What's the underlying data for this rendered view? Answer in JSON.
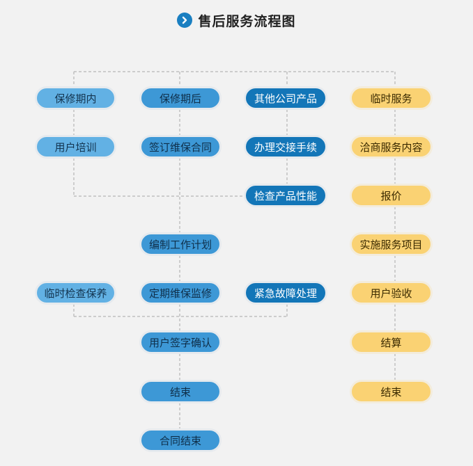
{
  "title": "售后服务流程图",
  "icon": "chevron-right-icon",
  "colors": {
    "light": "#62b1e4",
    "medium": "#3d98d6",
    "dark": "#1376b8",
    "yellow": "#fad273",
    "connector": "#b5b5b5"
  },
  "nodes": {
    "warranty_in": "保修期内",
    "user_training": "用户培训",
    "temp_inspection": "临时检查保养",
    "warranty_after": "保修期后",
    "sign_contract": "签订维保合同",
    "plan": "编制工作计划",
    "regular_maintenance": "定期维保监修",
    "user_sign": "用户签字确认",
    "end_left": "结束",
    "contract_end": "合同结束",
    "other_products": "其他公司产品",
    "handover": "办理交接手续",
    "check_performance": "检查产品性能",
    "emergency_repair": "紧急故障处理",
    "temp_service": "临时服务",
    "negotiate": "洽商服务内容",
    "quote": "报价",
    "implement": "实施服务项目",
    "user_acceptance": "用户验收",
    "settlement": "结算",
    "end_right": "结束"
  }
}
